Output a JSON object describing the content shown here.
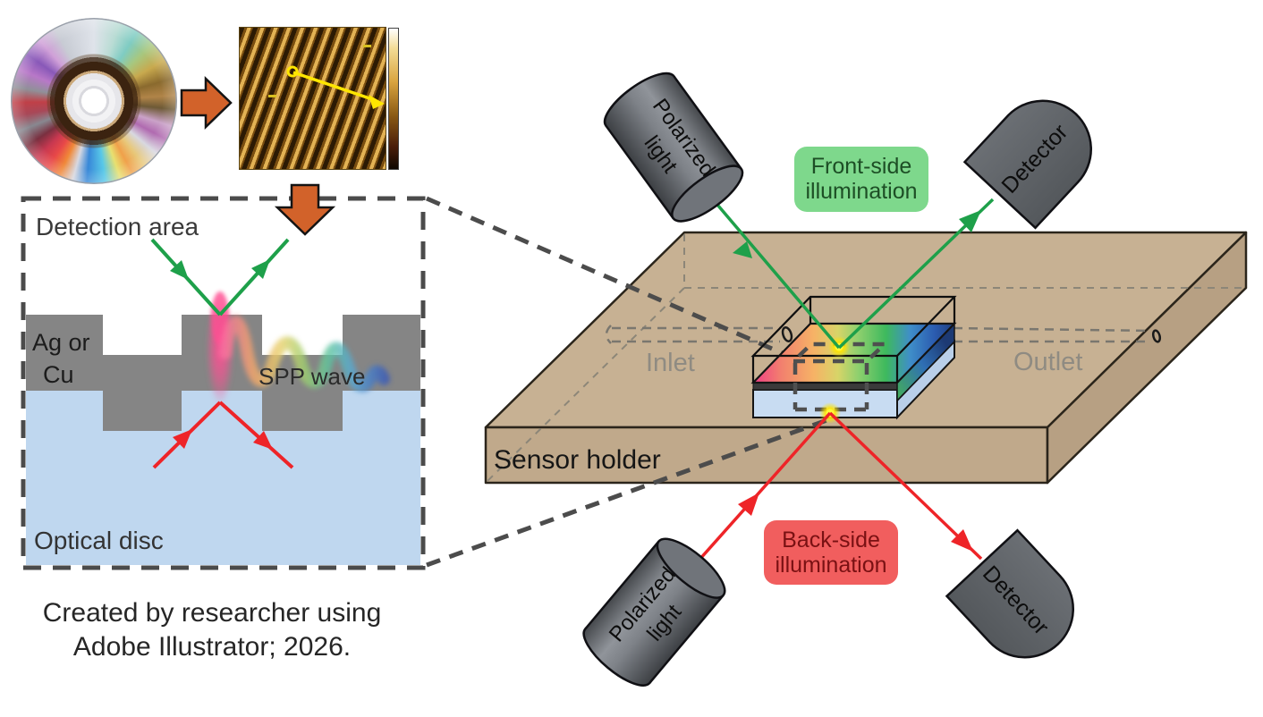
{
  "figure": {
    "caption": {
      "line1": "Created by researcher using",
      "line2": "Adobe Illustrator; 2026."
    }
  },
  "detection_panel": {
    "title": "Detection area",
    "metal_label": {
      "line1": "Ag or",
      "line2": "Cu"
    },
    "spp_label": "SPP wave",
    "substrate_label": "Optical disc"
  },
  "sensor_assembly": {
    "holder_label": "Sensor holder",
    "inlet_label": "Inlet",
    "outlet_label": "Outlet",
    "front_illumination": {
      "line1": "Front-side",
      "line2": "illumination"
    },
    "back_illumination": {
      "line1": "Back-side",
      "line2": "illumination"
    },
    "top_source": {
      "line1": "Polarized",
      "line2": "light"
    },
    "bottom_source": {
      "line1": "Polarized",
      "line2": "light"
    },
    "top_detector_label": "Detector",
    "bottom_detector_label": "Detector"
  },
  "colors": {
    "front_illumination_bg": "#7ed88c",
    "front_illumination_text": "#1d4e25",
    "back_illumination_bg": "#f15e5e",
    "back_illumination_text": "#7a1113",
    "green_beam": "#1ea04a",
    "red_beam": "#ee2428",
    "holder_tan": "#c7b193",
    "optical_disc_blue": "#bfd7ef",
    "metal_gray": "#858585",
    "device_gray": "#5f6367",
    "highlight_yellow": "#ffe400",
    "block_arrow_orange": "#d2622a"
  }
}
